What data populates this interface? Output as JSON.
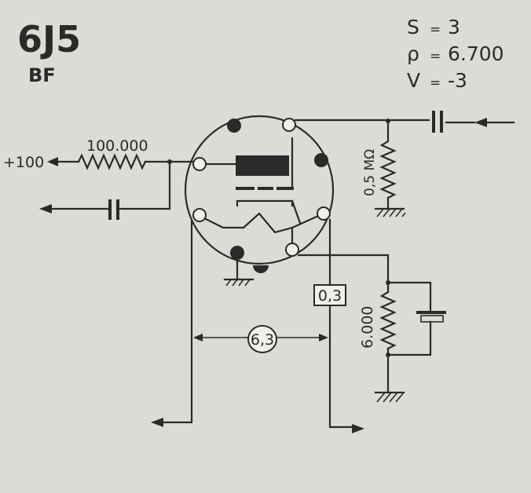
{
  "tube": {
    "type": "6J5",
    "subtitle": "BF"
  },
  "params": [
    {
      "name": "S",
      "sep": "=",
      "value": "3"
    },
    {
      "name": "ρ",
      "sep": "=",
      "value": "6.700"
    },
    {
      "name": "V",
      "sep": "=",
      "value": "-3"
    }
  ],
  "labels": {
    "supply": "+100",
    "plate_resistor": "100.000",
    "grid_resistor": "0,5 MΩ",
    "cathode_resistor": "6.000",
    "heater_current": "0,3",
    "heater_voltage": "6,3"
  }
}
